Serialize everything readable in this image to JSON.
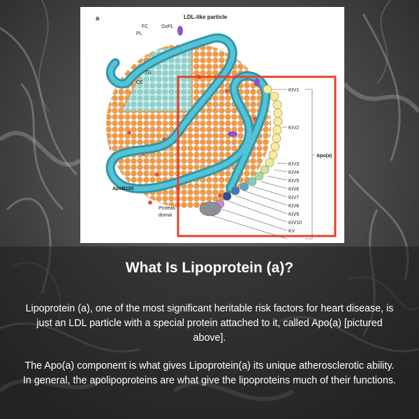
{
  "figure": {
    "panel_letter": "a",
    "title": "LDL-like particle",
    "labels": {
      "fc": "FC",
      "pl": "PL",
      "oxpl": "OxPL",
      "tg": "TG",
      "ce": "CE",
      "apob100": "ApoB100",
      "protease_line1": "Proteas",
      "protease_line2": "domai",
      "apoa": "Apo(a)"
    },
    "kringles": [
      "KIV1",
      "KIV2",
      "KIV3",
      "KIV4",
      "KIV5",
      "KIV6",
      "KIV7",
      "KIV8",
      "KIV9",
      "KIV10",
      "KV"
    ],
    "colors": {
      "sphere": "#f5a04a",
      "phospholipid": "#f39a45",
      "apob": "#3aaec4",
      "core": "#9fd7e0",
      "highlight_box": "#e8402a",
      "oxpl": "#8a55c7"
    }
  },
  "heading": "What Is Lipoprotein (a)?",
  "paragraphs": [
    "Lipoprotein (a), one of the most significant heritable risk factors for heart disease, is just an LDL particle with a special protein attached to it, called Apo(a) [pictured above].",
    "The Apo(a) component is what gives Lipoprotein(a) its unique atherosclerotic ability. In general, the apolipoproteins are what give the lipoproteins much  of their functions."
  ]
}
